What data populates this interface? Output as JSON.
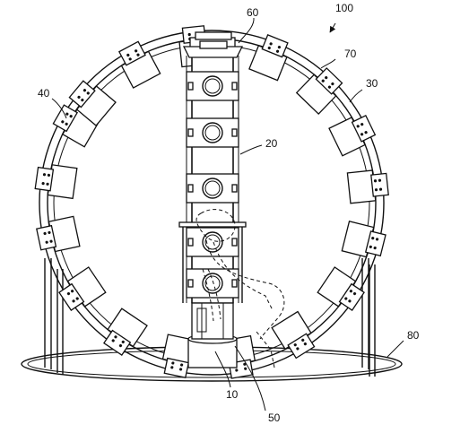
{
  "figure": {
    "labels": {
      "l100": "100",
      "l60": "60",
      "l70": "70",
      "l40": "40",
      "l30": "30",
      "l20": "20",
      "l80": "80",
      "l10": "10",
      "l50": "50"
    }
  }
}
